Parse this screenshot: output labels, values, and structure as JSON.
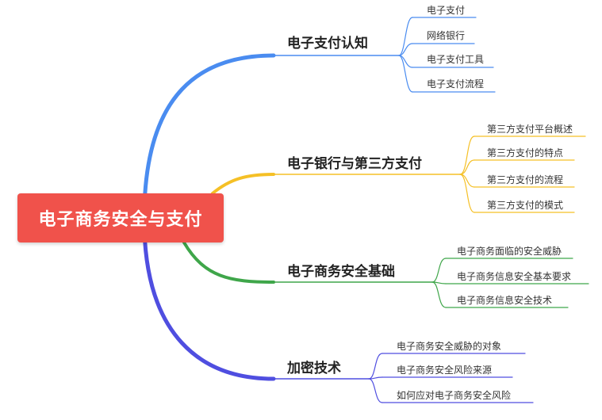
{
  "root": {
    "label": "电子商务安全与支付",
    "color": "#f0524b"
  },
  "branches": [
    {
      "label": "电子支付认知",
      "color": "#4a8cf0",
      "children": [
        "电子支付",
        "网络银行",
        "电子支付工具",
        "电子支付流程"
      ]
    },
    {
      "label": "电子银行与第三方支付",
      "color": "#f5c026",
      "children": [
        "第三方支付平台概述",
        "第三方支付的特点",
        "第三方支付的流程",
        "第三方支付的模式"
      ]
    },
    {
      "label": "电子商务安全基础",
      "color": "#3fa64a",
      "children": [
        "电子商务面临的安全威胁",
        "电子商务信息安全基本要求",
        "电子商务信息安全技术"
      ]
    },
    {
      "label": "加密技术",
      "color": "#4f4ee0",
      "children": [
        "电子商务安全威胁的对象",
        "电子商务安全风险来源",
        "如何应对电子商务安全风险"
      ]
    }
  ]
}
